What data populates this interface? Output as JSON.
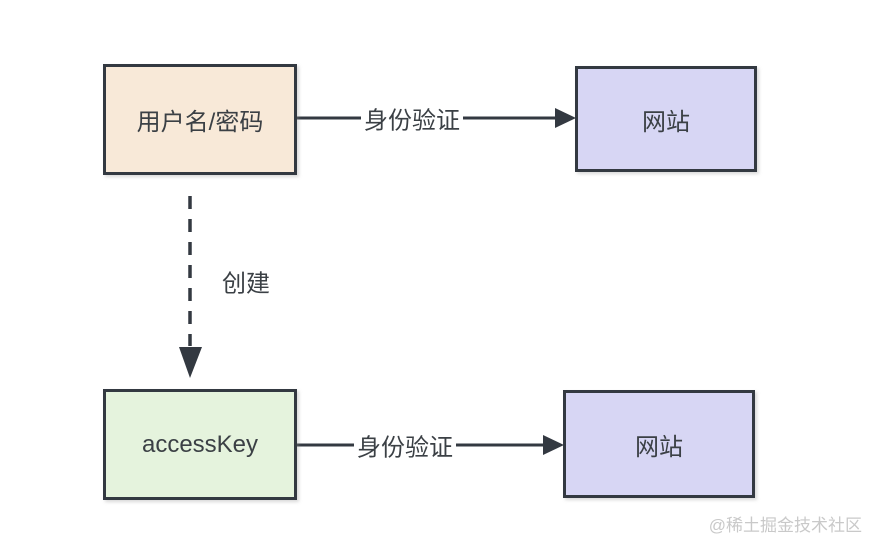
{
  "diagram": {
    "background_color": "#ffffff",
    "stroke_color": "#333941",
    "text_color": "#3b4045",
    "watermark": "@稀土掘金技术社区",
    "watermark_color": "#c9c9c9",
    "nodes": [
      {
        "id": "username-password",
        "label": "用户名/密码",
        "fill": "#f8e9d8"
      },
      {
        "id": "website-top",
        "label": "网站",
        "fill": "#d7d6f4"
      },
      {
        "id": "access-key",
        "label": "accessKey",
        "fill": "#e5f3dd"
      },
      {
        "id": "website-bottom",
        "label": "网站",
        "fill": "#d7d6f4"
      }
    ],
    "edges": [
      {
        "from": "username-password",
        "to": "website-top",
        "label": "身份验证",
        "style": "solid",
        "direction": "right"
      },
      {
        "from": "username-password",
        "to": "access-key",
        "label": "创建",
        "style": "dashed",
        "direction": "down"
      },
      {
        "from": "access-key",
        "to": "website-bottom",
        "label": "身份验证",
        "style": "solid",
        "direction": "right"
      }
    ]
  }
}
